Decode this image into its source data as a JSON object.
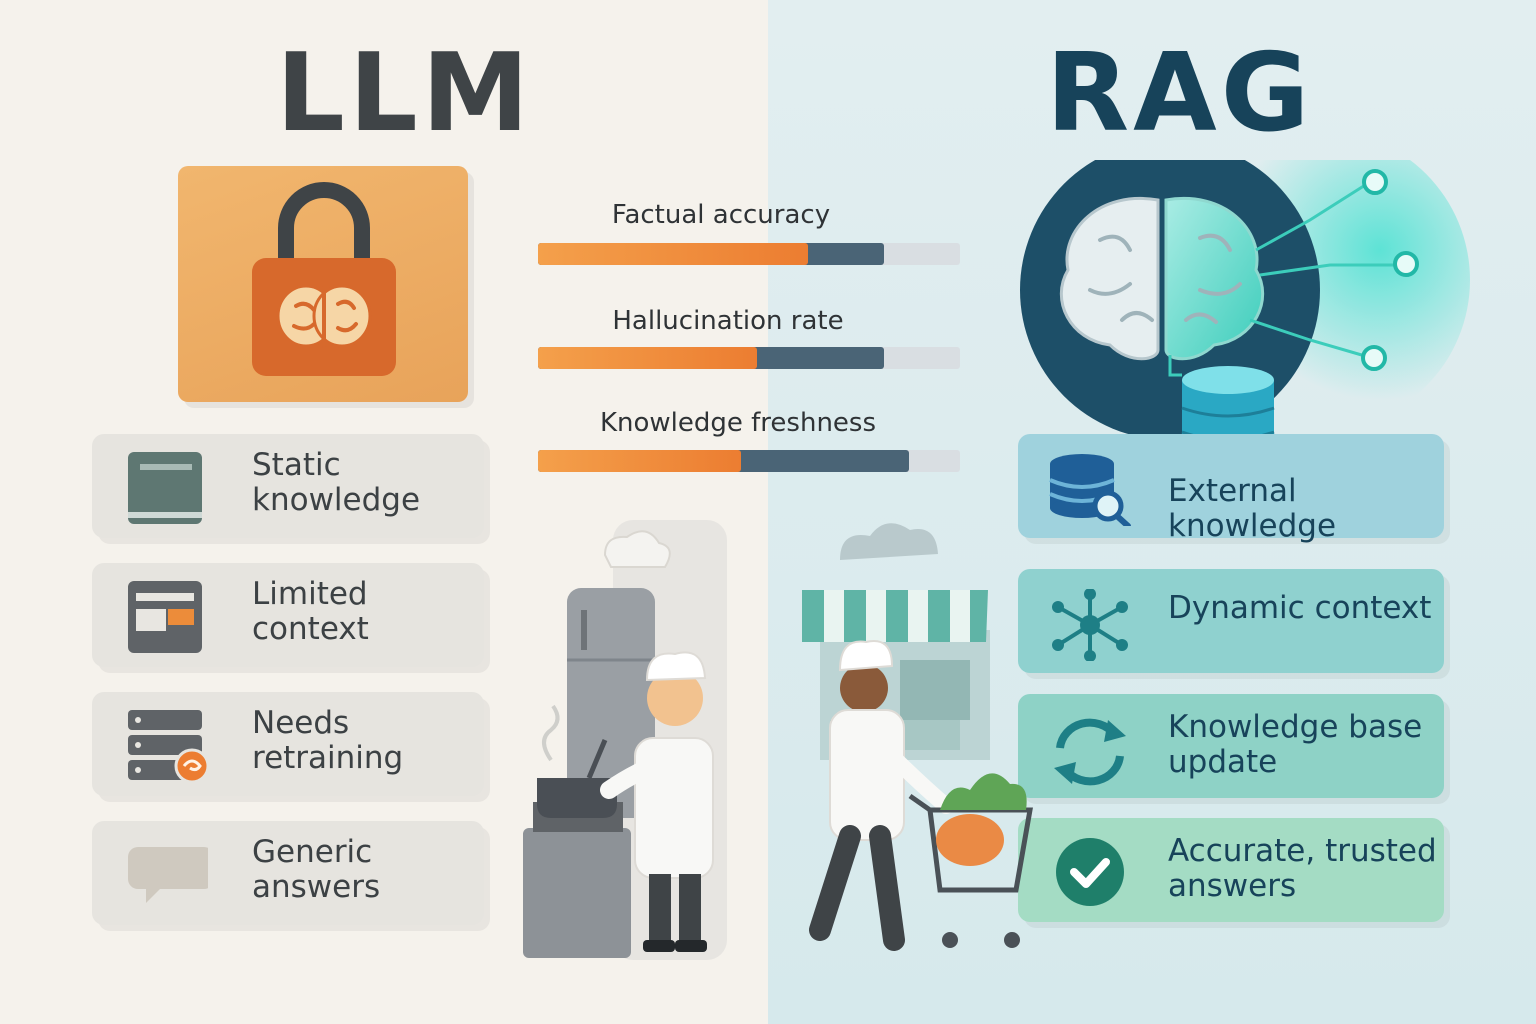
{
  "llm": {
    "title": "LLM",
    "features": [
      {
        "label": "Static knowledge",
        "icon": "book-icon"
      },
      {
        "label": "Limited context",
        "icon": "context-window-icon"
      },
      {
        "label": "Needs retraining",
        "icon": "server-retrain-icon"
      },
      {
        "label": "Generic answers",
        "icon": "speech-bubble-icon"
      }
    ]
  },
  "rag": {
    "title": "RAG",
    "features": [
      {
        "label": "External knowledge",
        "icon": "database-search-icon"
      },
      {
        "label": "Dynamic context",
        "icon": "network-icon"
      },
      {
        "label": "Knowledge base update",
        "icon": "refresh-icon"
      },
      {
        "label": "Accurate, trusted answers",
        "icon": "checkmark-icon"
      }
    ]
  },
  "metrics": [
    {
      "label": "Factual accuracy",
      "llm": 0.64,
      "rag": 0.82
    },
    {
      "label": "Hallucination rate",
      "llm": 0.52,
      "rag": 0.82
    },
    {
      "label": "Knowledge freshness",
      "llm": 0.48,
      "rag": 0.88
    }
  ],
  "colors": {
    "llm_accent": "#ec7d31",
    "rag_accent": "#2ec4b6",
    "rag_dark": "#17435a"
  }
}
